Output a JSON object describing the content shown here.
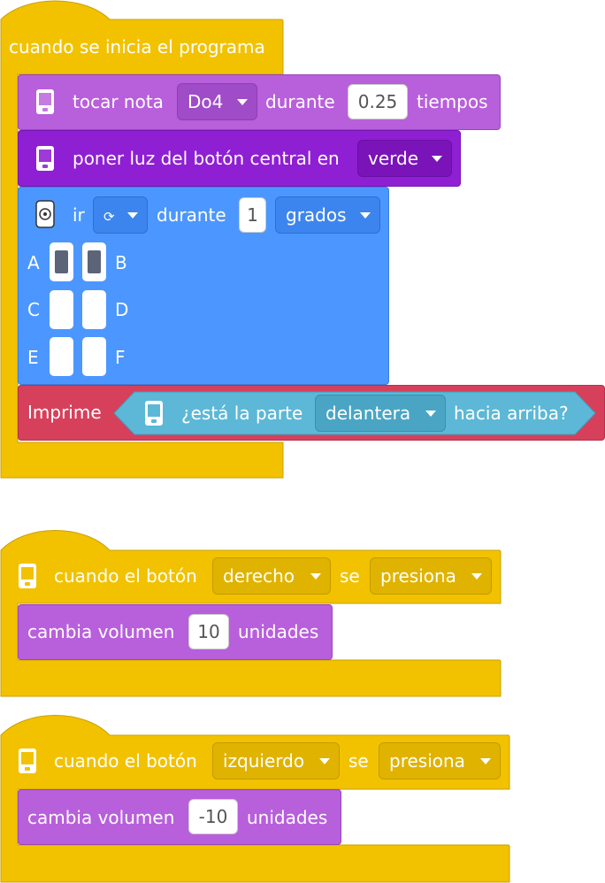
{
  "script1": {
    "hat_label": "cuando se inicia el programa",
    "play_note": {
      "label": "tocar nota",
      "note": "Do4",
      "for_label": "durante",
      "duration": "0.25",
      "unit": "tiempos"
    },
    "center_light": {
      "label": "poner luz del botón central en",
      "color": "verde"
    },
    "motor_go": {
      "label": "ir",
      "direction_glyph": "⟳",
      "for_label": "durante",
      "value": "1",
      "unit": "grados",
      "ports": [
        "A",
        "B",
        "C",
        "D",
        "E",
        "F"
      ],
      "port_selected": {
        "A": true,
        "B": true,
        "C": false,
        "D": false,
        "E": false,
        "F": false
      }
    },
    "print": {
      "label": "Imprime",
      "question": "¿está la parte",
      "side": "delantera",
      "question_end": "hacia arriba?"
    }
  },
  "script2": {
    "hat_prefix": "cuando el botón",
    "button": "derecho",
    "se": "se",
    "action": "presiona",
    "change_label": "cambia volumen",
    "change_value": "10",
    "change_unit": "unidades"
  },
  "script3": {
    "hat_prefix": "cuando el botón",
    "button": "izquierdo",
    "se": "se",
    "action": "presiona",
    "change_label": "cambia volumen",
    "change_value": "-10",
    "change_unit": "unidades"
  },
  "colors": {
    "events": "#f2c200",
    "sound": "#b85fdc",
    "light": "#8f1fd3",
    "motor": "#4c97ff",
    "print": "#d6405b",
    "sensor": "#5cb8d6"
  }
}
